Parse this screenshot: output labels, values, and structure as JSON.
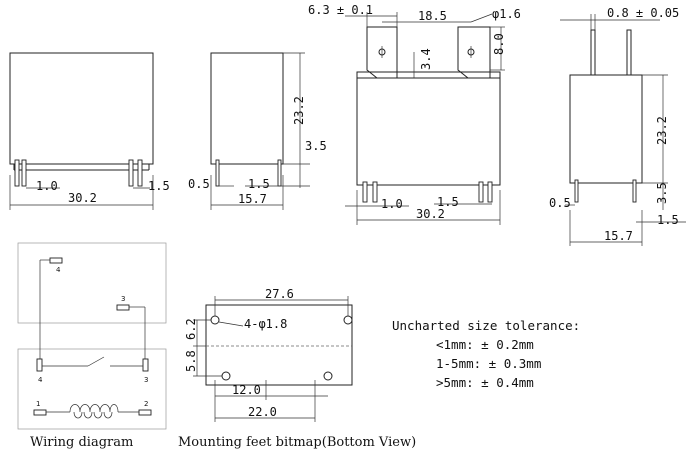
{
  "dimensions": {
    "body_width": "30.2",
    "body_width_b": "30.2",
    "pin_offset": "1.0",
    "pin_offset_b": "1.0",
    "pin_width": "1.5",
    "pin_width_b": "1.5",
    "pin_width_c": "1.5",
    "pin_width_d": "1.5",
    "pin_thickness": "0.5",
    "pin_thickness_b": "0.5",
    "body_depth": "15.7",
    "body_depth_b": "15.7",
    "body_height": "23.2",
    "body_height_b": "23.2",
    "pin_length": "3.5",
    "pin_length_b": "3.5",
    "tab_width": "6.3 ± 0.1",
    "tab_pitch": "18.5",
    "tab_hole": "φ1.6",
    "tab_length": "8.0",
    "tab_hole_pos": "3.4",
    "tab_thickness": "0.8 ± 0.05",
    "feet_span": "27.6",
    "feet_hole": "4-φ1.8",
    "feet_v1": "6.2",
    "feet_v2": "5.8",
    "feet_h1": "12.0",
    "feet_h2": "22.0"
  },
  "wiring": {
    "pin1": "1",
    "pin2": "2",
    "pin3_top": "3",
    "pin3": "3",
    "pin4_top": "4",
    "pin4": "4"
  },
  "captions": {
    "wiring": "Wiring diagram",
    "mounting": "Mounting feet bitmap(Bottom View)"
  },
  "tolerance": {
    "title": "Uncharted size tolerance:",
    "lines": [
      "<1mm: ± 0.2mm",
      "1-5mm: ± 0.3mm",
      ">5mm: ± 0.4mm"
    ]
  }
}
